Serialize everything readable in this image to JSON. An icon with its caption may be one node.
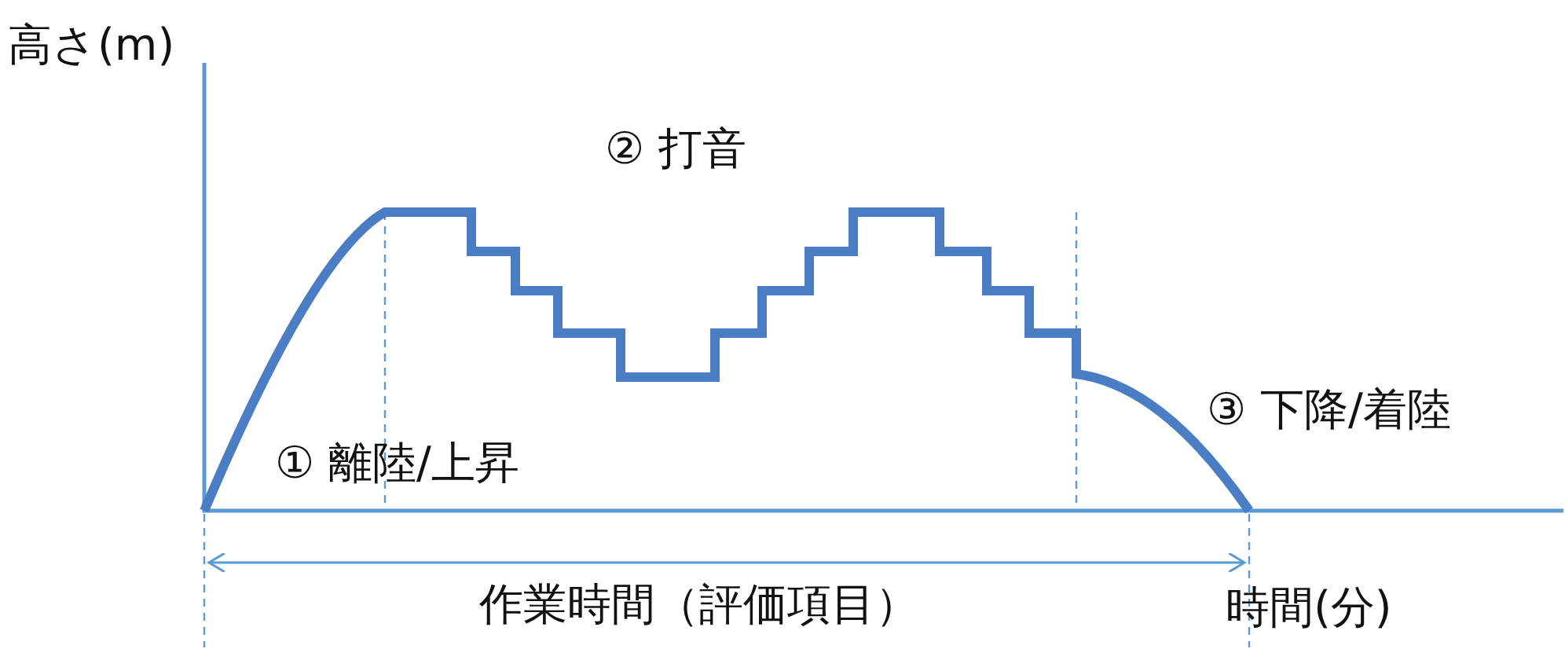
{
  "diagram": {
    "labels": [
      "高さ(m)",
      "② 打音",
      "① 離陸/上昇",
      "③ 下降/着陸",
      "作業時間（評価項目）",
      "時間(分)"
    ]
  }
}
